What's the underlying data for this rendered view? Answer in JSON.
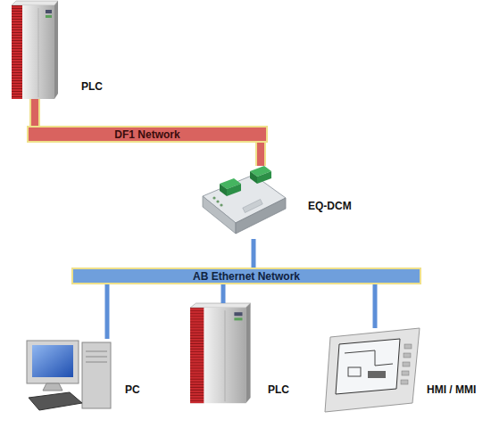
{
  "diagram": {
    "nodes": [
      {
        "text": [
          "PLC"
        ]
      },
      {
        "text": [
          "DF1 Network"
        ]
      },
      {
        "text": [
          "EQ-DCM"
        ]
      },
      {
        "text": [
          "AB Ethernet Network"
        ]
      },
      {
        "text": [
          "PC"
        ]
      },
      {
        "text": [
          "PLC"
        ]
      },
      {
        "text": [
          "HMI / MMI"
        ]
      }
    ],
    "edges": [
      {
        "from": 0,
        "to": 1,
        "arrow": "none"
      },
      {
        "from": 1,
        "to": 2,
        "arrow": "none"
      },
      {
        "from": 2,
        "to": 3,
        "arrow": "none"
      },
      {
        "from": 3,
        "to": 4,
        "arrow": "none"
      },
      {
        "from": 3,
        "to": 5,
        "arrow": "none"
      },
      {
        "from": 3,
        "to": 6,
        "arrow": "none"
      }
    ]
  }
}
